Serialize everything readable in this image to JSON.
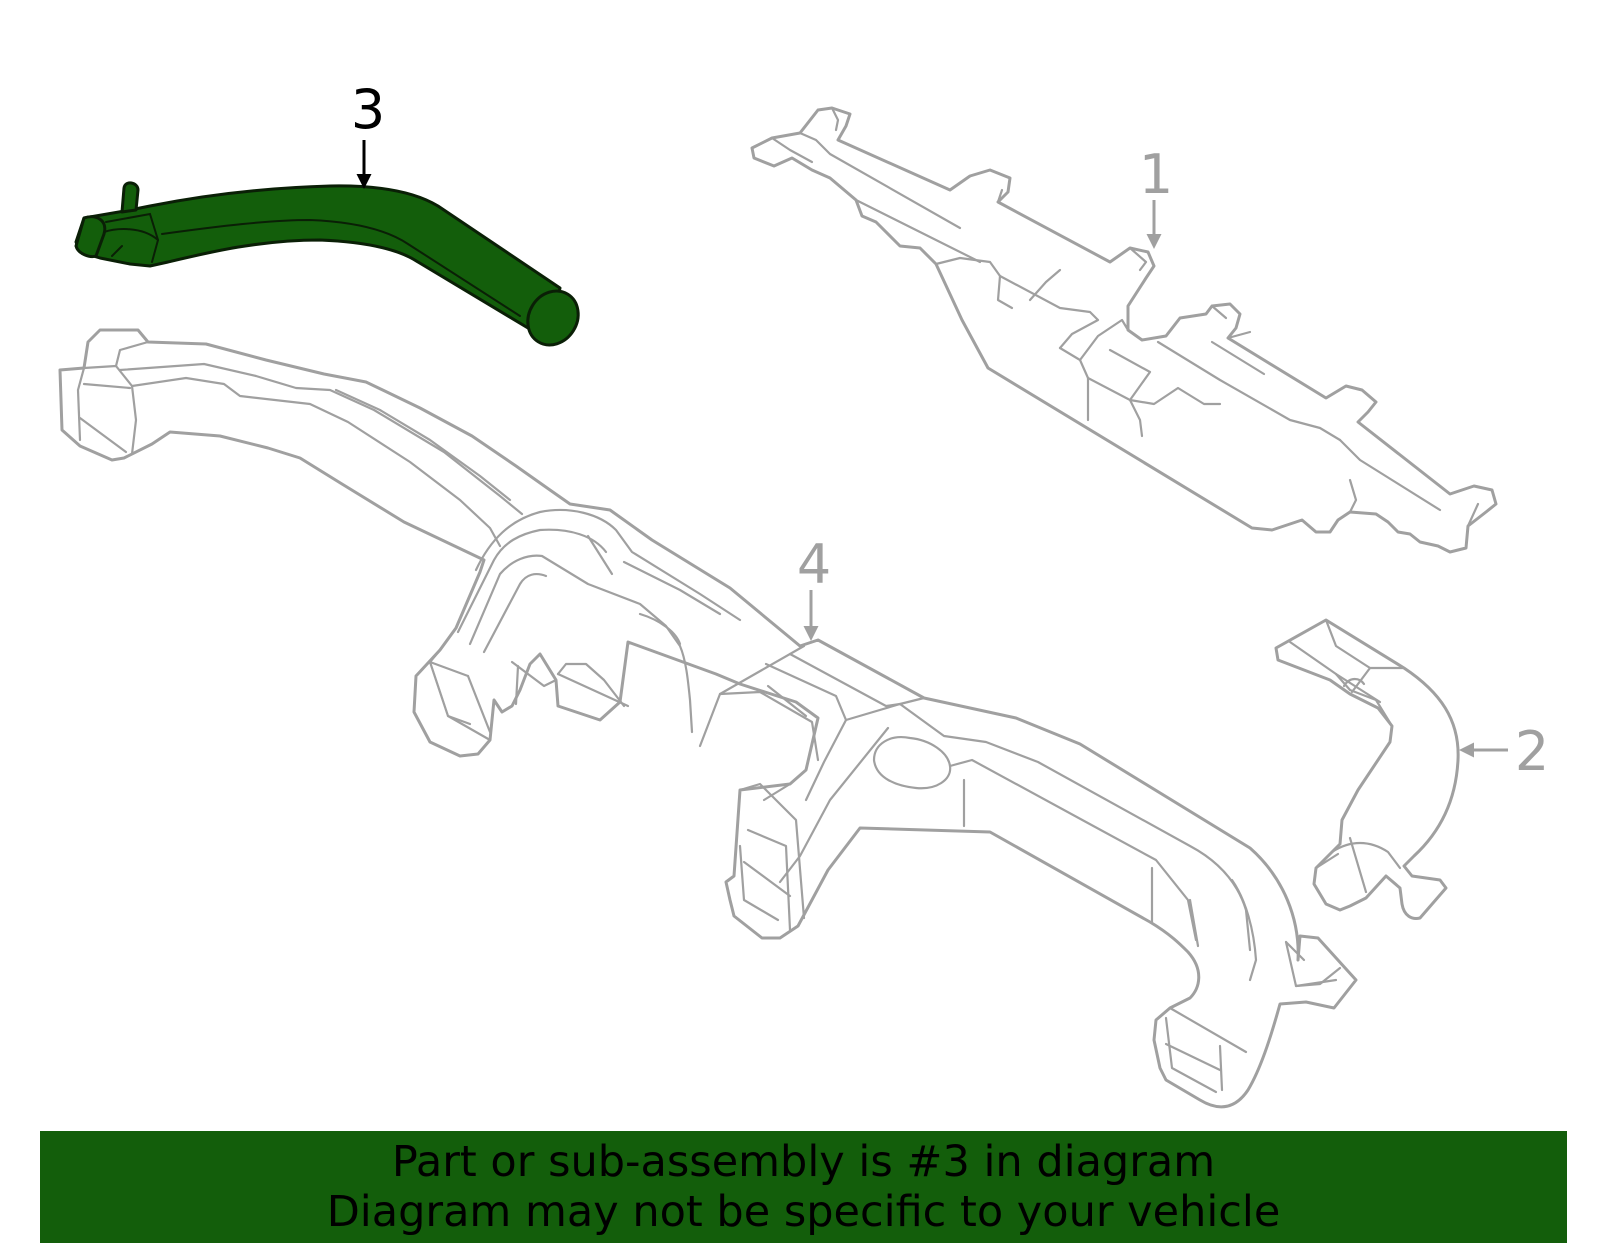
{
  "colors": {
    "highlight_fill": "#135e0b",
    "highlight_stroke": "#0a1f06",
    "part_outline": "#a0a0a0",
    "banner_bg": "#135e0b",
    "banner_text": "#000000",
    "label_highlight": "#000000",
    "label_normal": "#a0a0a0"
  },
  "callouts": [
    {
      "id": "1",
      "label": "1",
      "highlighted": false
    },
    {
      "id": "2",
      "label": "2",
      "highlighted": false
    },
    {
      "id": "3",
      "label": "3",
      "highlighted": true
    },
    {
      "id": "4",
      "label": "4",
      "highlighted": false
    }
  ],
  "banner": {
    "line1": "Part or sub-assembly is #3 in diagram",
    "line2": "Diagram may not be specific to your vehicle"
  }
}
